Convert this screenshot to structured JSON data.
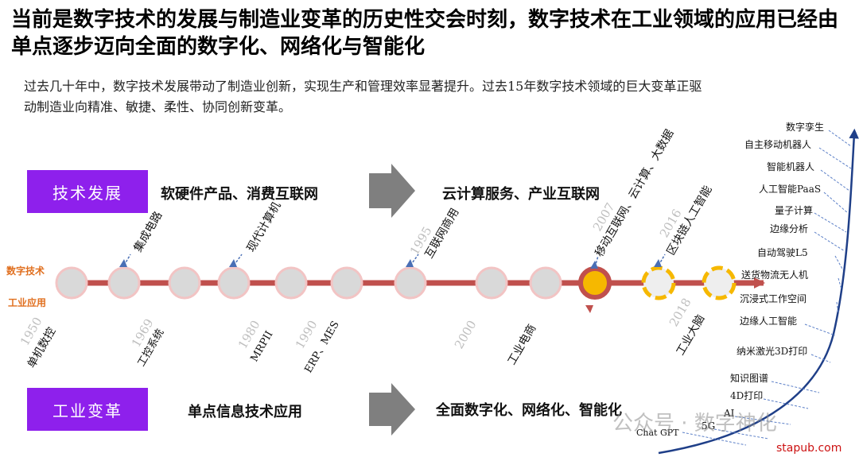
{
  "title": "当前是数字技术的发展与制造业变革的历史性交会时刻，数字技术在工业领域的应用已经由单点逐步迈向全面的数字化、网络化与智能化",
  "subtitle": "过去几十年中，数字技术发展带动了制造业创新，实现生产和管理效率显著提升。过去15年数字技术领域的巨大变革正驱动制造业向精准、敏捷、柔性、协同创新变革。",
  "top_row": {
    "box": "技术发展",
    "left": "软硬件产品、消费互联网",
    "right": "云计算服务、产业互联网"
  },
  "bottom_row": {
    "box": "工业变革",
    "left": "单点信息技术应用",
    "right": "全面数字化、网络化、智能化"
  },
  "side_labels": {
    "tech": "数字技术",
    "industry": "工业应用"
  },
  "colors": {
    "accent_box": "#8e20ec",
    "timeline": "#c0504d",
    "highlight": "#f6b800",
    "year_text": "#bfbfbf",
    "curve": "#1f3f88"
  },
  "tech_events": [
    {
      "year": "",
      "text": "集成电路"
    },
    {
      "year": "",
      "text": "现代计算机"
    },
    {
      "year": "1995",
      "text": "互联网商用"
    },
    {
      "year": "2007",
      "text": "移动互联网、云计算、大数据"
    },
    {
      "year": "2016",
      "text": "区块链人工智能"
    }
  ],
  "industry_events": [
    {
      "year": "1950",
      "text": "单机数控"
    },
    {
      "year": "1969",
      "text": "工控系统"
    },
    {
      "year": "1980",
      "text": "MRPII"
    },
    {
      "year": "1990",
      "text": "ERP、MES"
    },
    {
      "year": "2000",
      "text": ""
    },
    {
      "year": "",
      "text": "工业电商"
    },
    {
      "year": "2018",
      "text": "工业大脑"
    }
  ],
  "frontier_labels": [
    "数字孪生",
    "自主移动机器人",
    "智能机器人",
    "人工智能PaaS",
    "量子计算",
    "边缘分析",
    "自动驾驶L5",
    "送货物流无人机",
    "沉浸式工作空间",
    "边缘人工智能",
    "纳米激光3D打印",
    "知识图谱",
    "4D打印",
    "AI",
    "5G",
    "Chat GPT"
  ],
  "watermark": {
    "wechat": "公众号 · 数字神化",
    "site": "stapub.com"
  }
}
